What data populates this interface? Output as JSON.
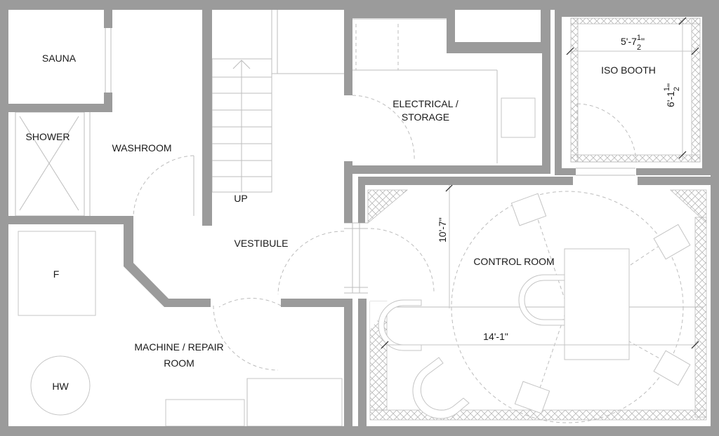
{
  "rooms": {
    "sauna": "SAUNA",
    "shower": "SHOWER",
    "washroom": "WASHROOM",
    "electrical_line1": "ELECTRICAL /",
    "electrical_line2": "STORAGE",
    "iso_booth": "ISO BOOTH",
    "vestibule": "VESTIBULE",
    "control_room": "CONTROL ROOM",
    "machine_line1": "MACHINE / REPAIR",
    "machine_line2": "ROOM",
    "stairs_up": "UP",
    "furnace": "F",
    "water_heater": "HW"
  },
  "dimensions": {
    "iso_width_main": "5'-7",
    "iso_width_num": "1",
    "iso_width_den": "2",
    "iso_width_unit": "\"",
    "iso_depth_main": "6'-1",
    "iso_depth_num": "1",
    "iso_depth_den": "2",
    "iso_depth_unit": "\"",
    "control_depth": "10'-7\"",
    "control_width": "14'-1\""
  }
}
